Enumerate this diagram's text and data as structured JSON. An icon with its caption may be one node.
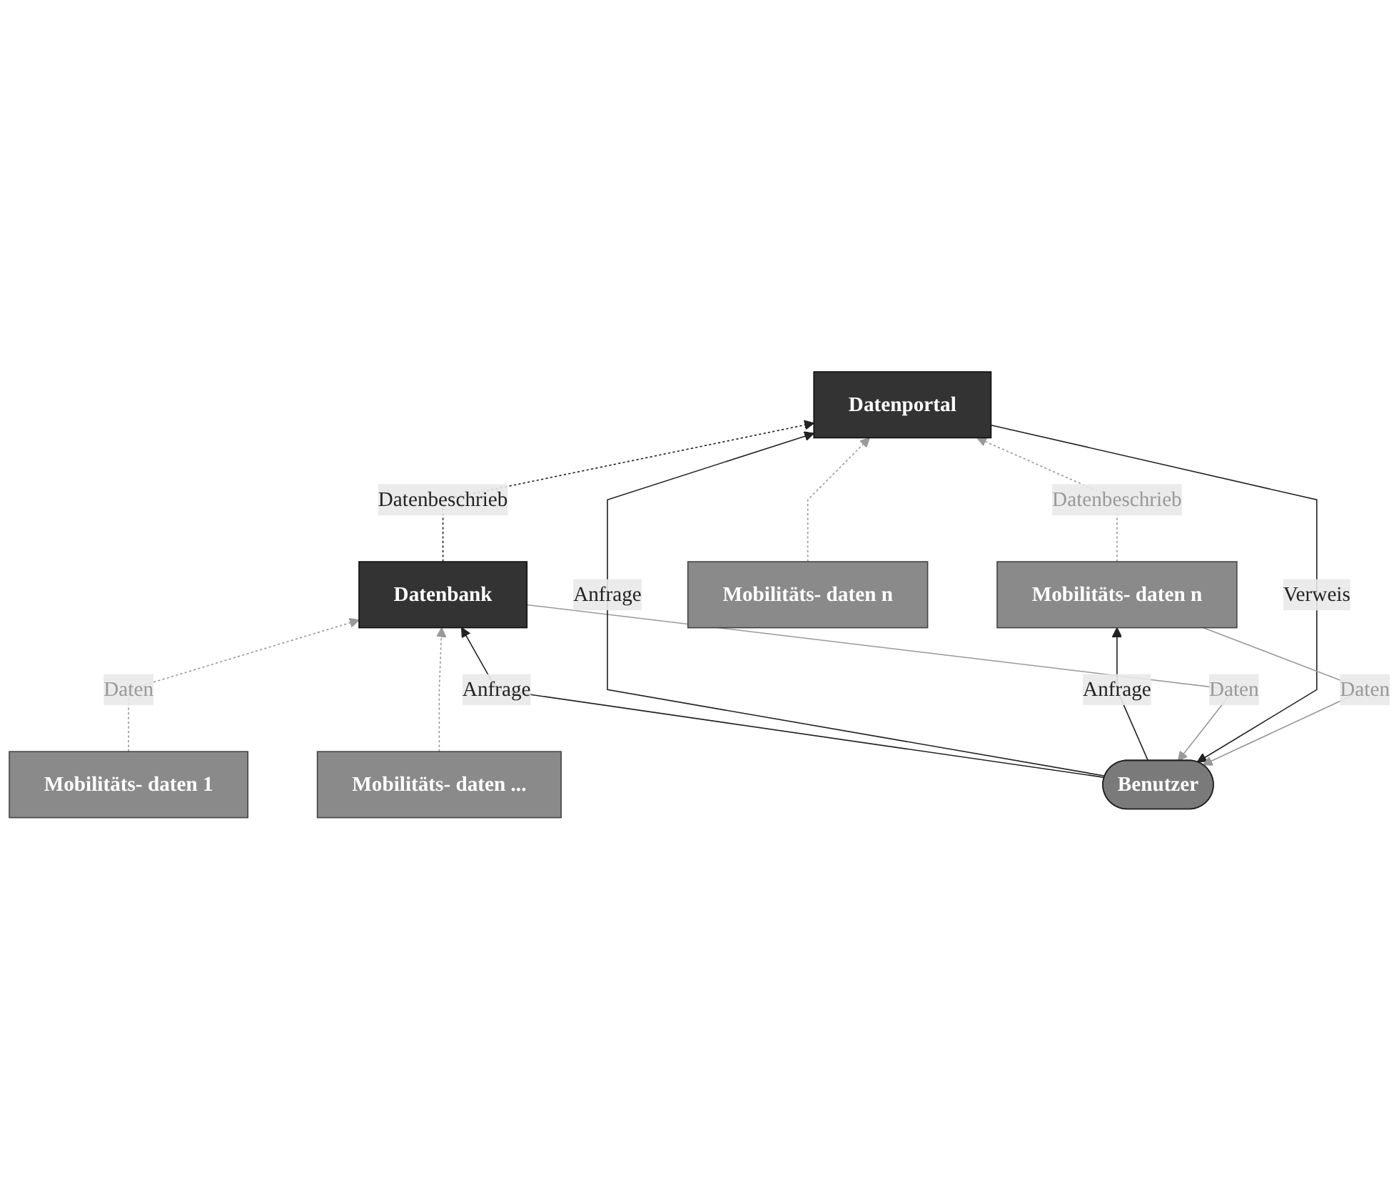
{
  "diagram": {
    "nodes": [
      {
        "text": [
          "Benutzer"
        ]
      },
      {
        "text": [
          "Datenportal"
        ]
      },
      {
        "text": [
          "Datenbank"
        ]
      },
      {
        "text": [
          "Mobilitäts- daten 1"
        ]
      },
      {
        "text": [
          "Mobilitäts- daten ..."
        ]
      },
      {
        "text": [
          "Mobilitäts- daten n"
        ]
      },
      {
        "text": [
          "Mobilitäts- daten n"
        ]
      }
    ],
    "edges": [
      {
        "from": 0,
        "to": 2,
        "arrow": "to",
        "label": "Anfrage",
        "color": "#222222"
      },
      {
        "from": 2,
        "to": 0,
        "arrow": "to",
        "label": "Daten",
        "color": "#999999"
      },
      {
        "from": 0,
        "to": 1,
        "arrow": "to",
        "label": "Anfrage",
        "color": "#222222"
      },
      {
        "from": 1,
        "to": 0,
        "arrow": "to",
        "label": "Verweis",
        "color": "#222222"
      },
      {
        "from": 0,
        "to": 5,
        "arrow": "to",
        "label": "Anfrage",
        "color": "#222222"
      },
      {
        "from": 5,
        "to": 0,
        "arrow": "to",
        "label": "Daten",
        "color": "#999999"
      },
      {
        "from": 2,
        "to": 1,
        "arrow": "to",
        "label": "Datenbeschrieb",
        "style": "dashed",
        "color": "#222222"
      },
      {
        "from": 3,
        "to": 2,
        "arrow": "to",
        "label": "Daten",
        "style": "dashed",
        "color": "#999999"
      },
      {
        "from": 4,
        "to": 2,
        "arrow": "to",
        "style": "dashed",
        "color": "#999999"
      },
      {
        "from": 5,
        "to": 1,
        "arrow": "to",
        "label": "Datenbeschrieb",
        "style": "dashed",
        "color": "#999999"
      },
      {
        "from": 6,
        "to": 1,
        "arrow": "to",
        "style": "dashed",
        "color": "#999999"
      }
    ]
  }
}
